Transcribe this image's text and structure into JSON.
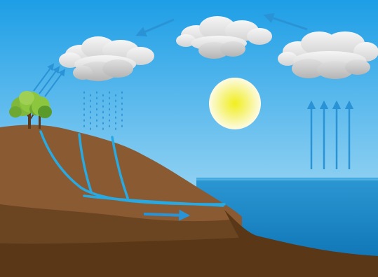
{
  "diagram": {
    "type": "water-cycle",
    "labels": []
  },
  "elements": {
    "sun": "sun",
    "clouds": [
      "cloud",
      "cloud",
      "cloud",
      "cloud"
    ],
    "rain": "rain",
    "trees": [
      "tree",
      "tree"
    ],
    "evaporation_arrows": 4,
    "transpiration_arrows": 3,
    "wind_arrows": 2,
    "groundwater_flow_arrow": 1,
    "streams": 3
  },
  "colors": {
    "sky_top": "#1d9ee6",
    "sky_bottom": "#c7e9f8",
    "sea_top": "#2b97d3",
    "sea_bottom": "#0b6fb0",
    "soil_upper": "#8a5a32",
    "soil_lower": "#6b4422",
    "soil_deep": "#5a3716",
    "water_line": "#29a9e1",
    "arrow": "#2a93d5",
    "cloud": "#ececec",
    "cloud_shade": "#bdbdbd",
    "sun_core": "#f1ee1e",
    "sun_glow": "#fdfbe4",
    "tree_leaf": "#8cc63f",
    "tree_leaf_dark": "#5a9a2a",
    "tree_trunk": "#5b3a1e"
  }
}
